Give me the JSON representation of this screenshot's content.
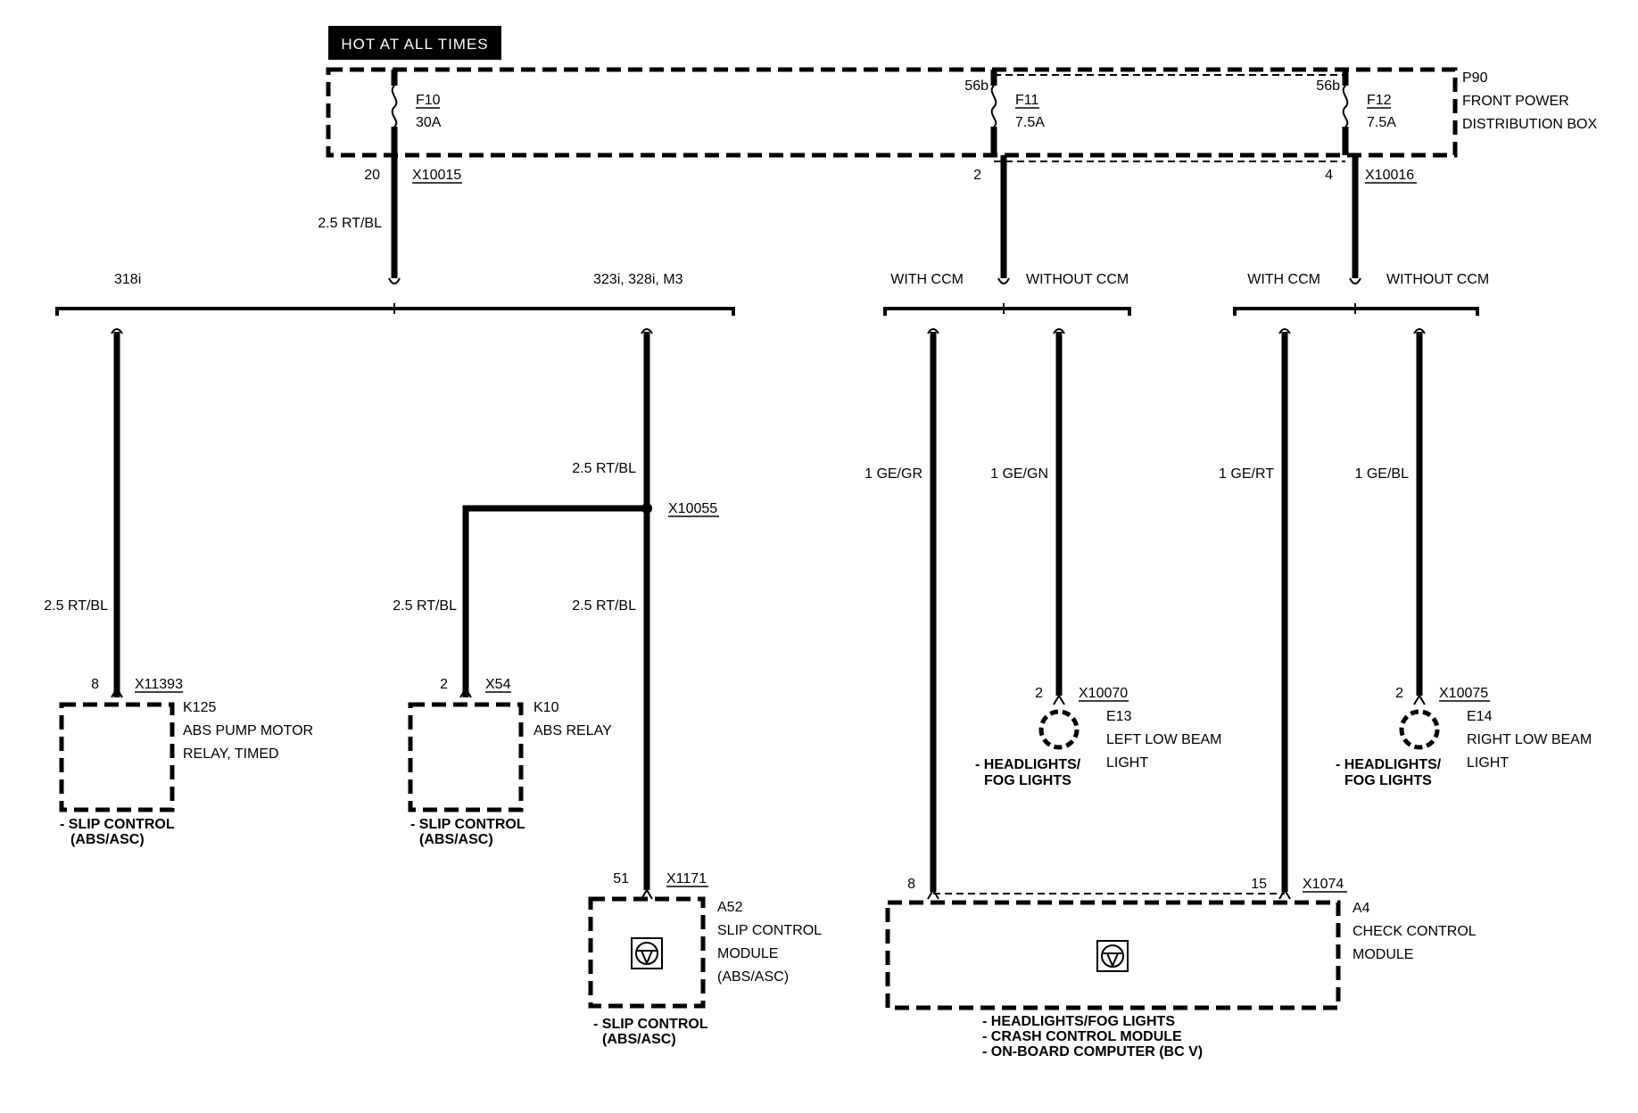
{
  "header": {
    "hot_label": "HOT AT ALL TIMES"
  },
  "distribution_box": {
    "id": "P90",
    "name_line1": "FRONT POWER",
    "name_line2": "DISTRIBUTION BOX"
  },
  "fuses": [
    {
      "id": "F10",
      "rating": "30A",
      "terminal_top": "",
      "terminal_bottom": "20",
      "connector": "X10015"
    },
    {
      "id": "F11",
      "rating": "7.5A",
      "terminal_top": "56b",
      "terminal_bottom": "2",
      "connector": ""
    },
    {
      "id": "F12",
      "rating": "7.5A",
      "terminal_top": "56b",
      "terminal_bottom": "4",
      "connector": "X10016"
    }
  ],
  "wires": {
    "main_f10": "2.5 RT/BL",
    "to_k125": "2.5 RT/BL",
    "to_splice_upper": "2.5 RT/BL",
    "to_k10": "2.5 RT/BL",
    "to_a52": "2.5 RT/BL",
    "f11_with_ccm": "1 GE/GR",
    "f11_without_ccm": "1 GE/GN",
    "f12_with_ccm": "1 GE/RT",
    "f12_without_ccm": "1 GE/BL"
  },
  "branches": {
    "f10_left": "318i",
    "f10_right": "323i, 328i, M3",
    "f11_left": "WITH CCM",
    "f11_right": "WITHOUT CCM",
    "f12_left": "WITH CCM",
    "f12_right": "WITHOUT CCM"
  },
  "splice": {
    "id": "X10055"
  },
  "components": {
    "k125": {
      "id": "K125",
      "line1": "ABS PUMP MOTOR",
      "line2": "RELAY, TIMED",
      "pin": "8",
      "connector": "X11393",
      "ref1": "- SLIP CONTROL",
      "ref2": "(ABS/ASC)"
    },
    "k10": {
      "id": "K10",
      "line1": "ABS RELAY",
      "pin": "2",
      "connector": "X54",
      "ref1": "- SLIP CONTROL",
      "ref2": "(ABS/ASC)"
    },
    "a52": {
      "id": "A52",
      "line1": "SLIP CONTROL",
      "line2": "MODULE",
      "line3": "(ABS/ASC)",
      "pin": "51",
      "connector": "X1171",
      "ref1": "- SLIP CONTROL",
      "ref2": "(ABS/ASC)"
    },
    "e13": {
      "id": "E13",
      "line1": "LEFT LOW BEAM",
      "line2": "LIGHT",
      "pin": "2",
      "connector": "X10070",
      "ref1": "- HEADLIGHTS/",
      "ref2": "FOG LIGHTS"
    },
    "e14": {
      "id": "E14",
      "line1": "RIGHT LOW BEAM",
      "line2": "LIGHT",
      "pin": "2",
      "connector": "X10075",
      "ref1": "- HEADLIGHTS/",
      "ref2": "FOG LIGHTS"
    },
    "a4": {
      "id": "A4",
      "line1": "CHECK CONTROL",
      "line2": "MODULE",
      "pin_left": "8",
      "pin_right": "15",
      "connector": "X1074",
      "ref1": "- HEADLIGHTS/FOG LIGHTS",
      "ref2": "- CRASH CONTROL MODULE",
      "ref3": "- ON-BOARD COMPUTER (BC V)"
    }
  }
}
